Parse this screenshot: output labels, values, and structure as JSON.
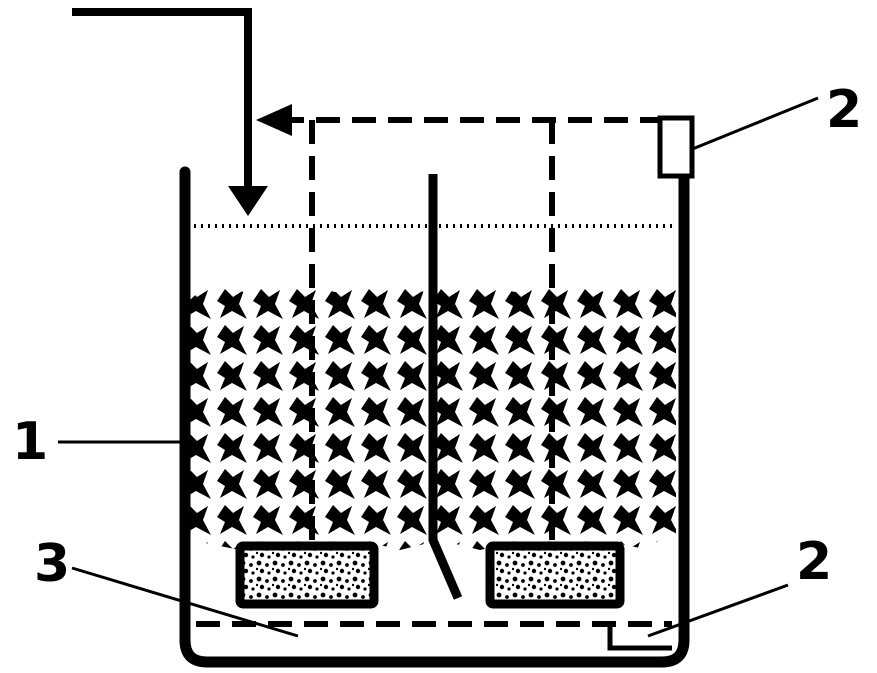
{
  "labels": {
    "tank": "1",
    "sensor_top": "2",
    "carrier_bed": "3",
    "sensor_bottom": "2"
  },
  "colors": {
    "ink": "#000000",
    "paper": "#ffffff"
  }
}
